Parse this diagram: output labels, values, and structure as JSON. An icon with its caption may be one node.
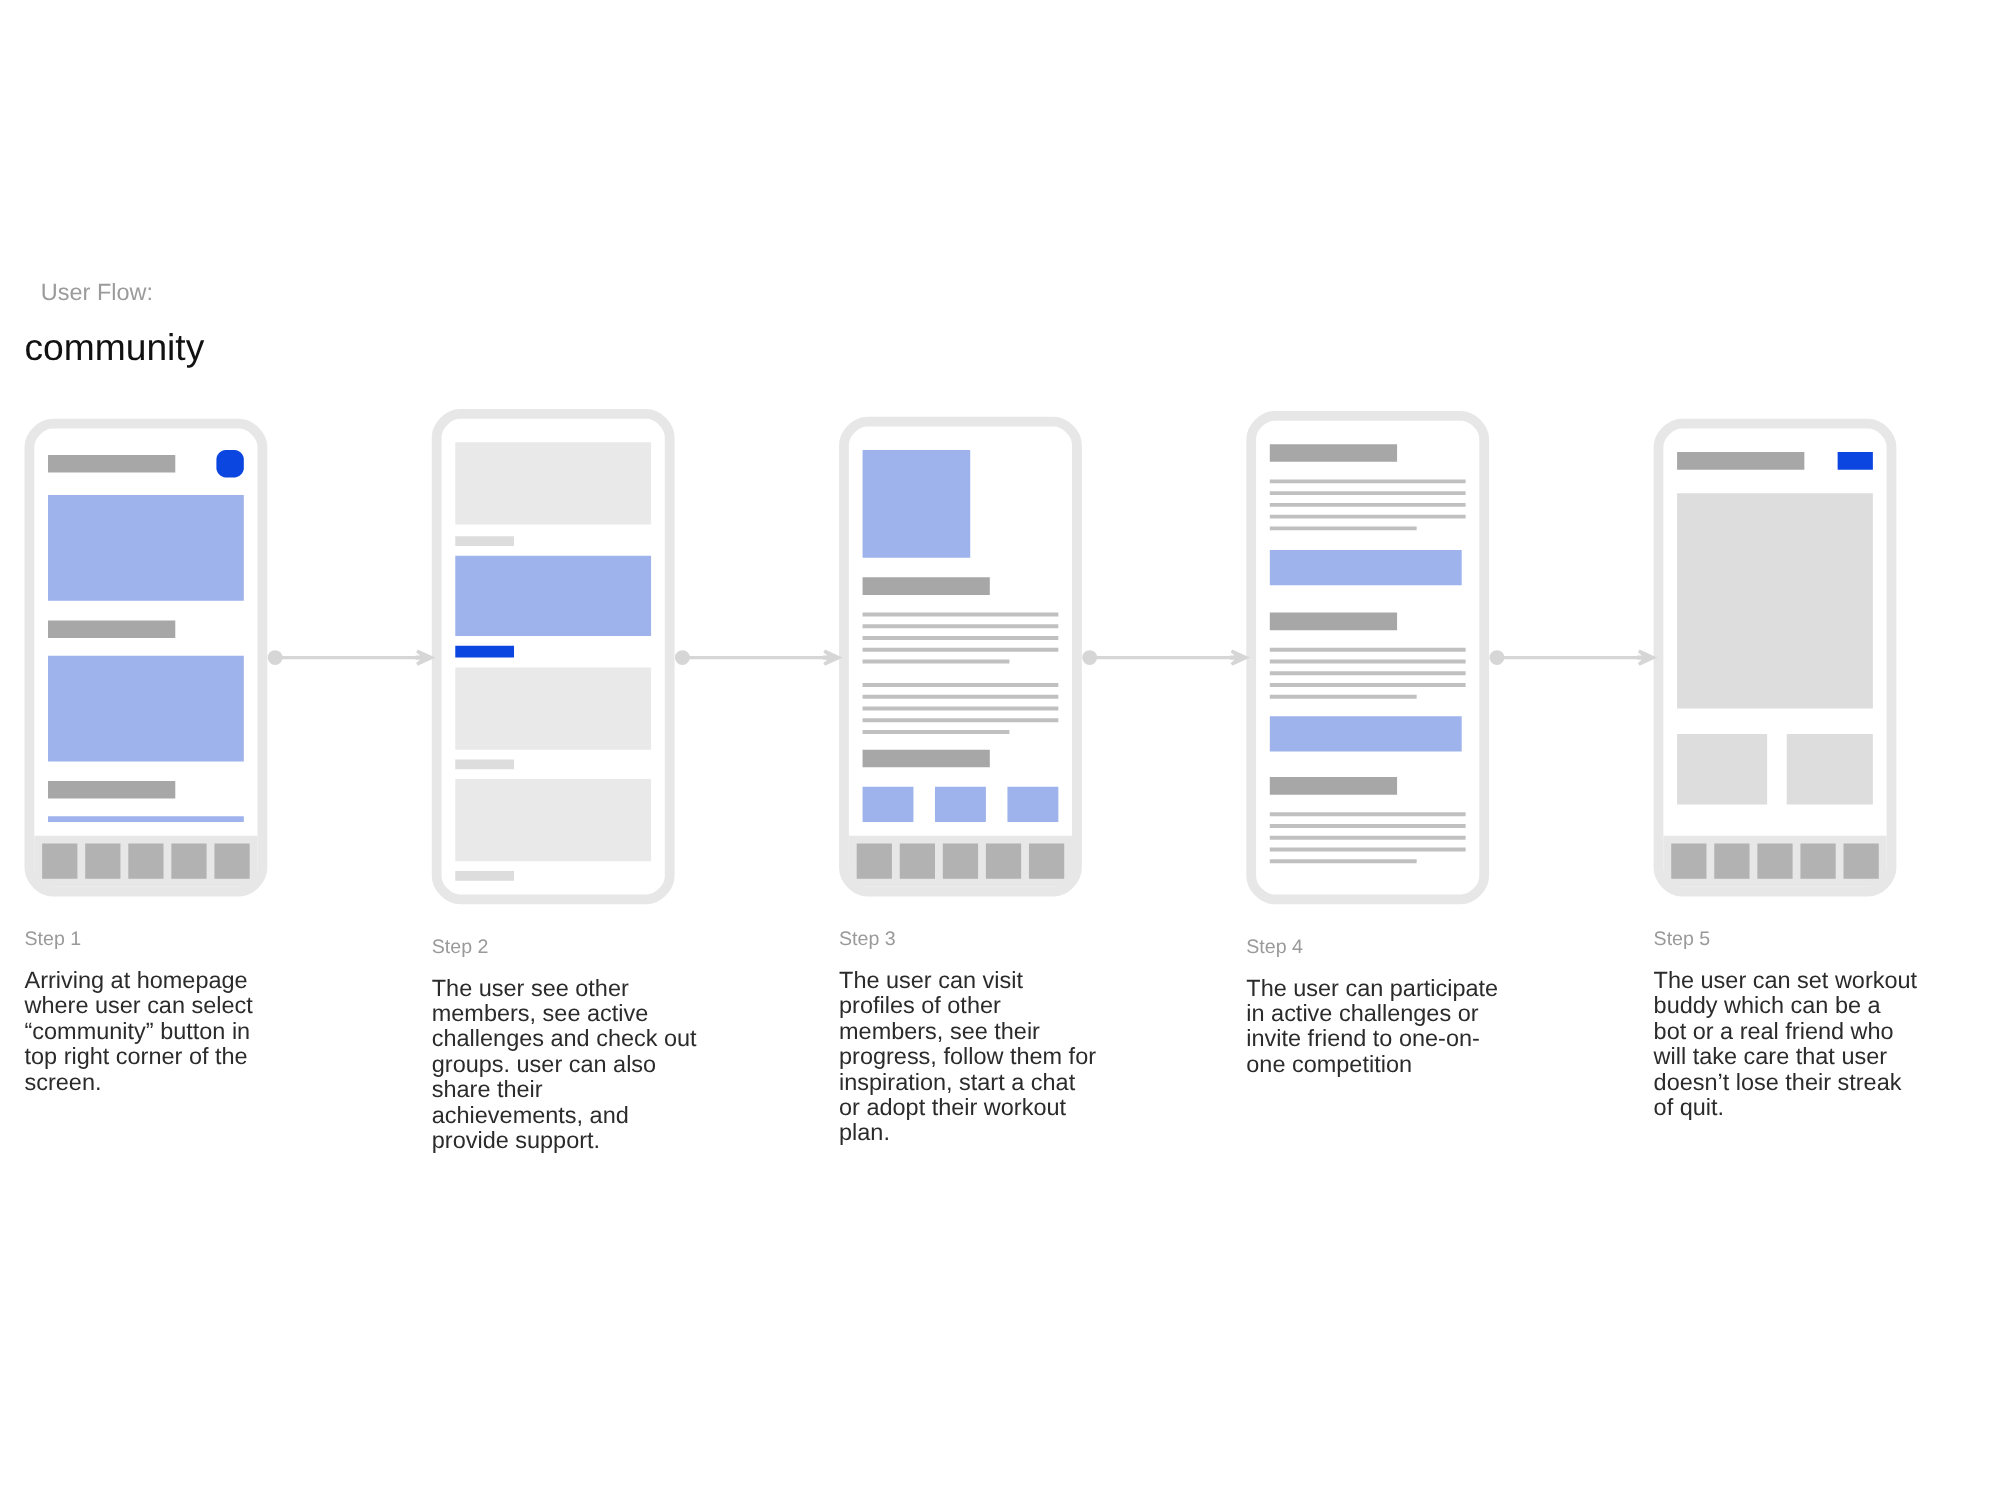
{
  "diagram": {
    "title": "User Flow:",
    "nodes": [
      {
        "text": [],
        "shape": "picture",
        "beside": [
          "Step 1",
          "Arriving at homepage where user can select “community” button in top right corner of the screen."
        ]
      },
      {
        "text": [],
        "shape": "picture",
        "beside": [
          "Step 2",
          "The user see other members, see active challenges and check out groups. user can also share their achievements, and provide support."
        ]
      },
      {
        "text": [],
        "shape": "picture",
        "beside": [
          "Step 3",
          "The user can visit profiles of other members, see their progress, follow them for inspiration, start a chat or adopt their workout plan."
        ]
      },
      {
        "text": [],
        "shape": "picture",
        "beside": [
          "Step 4",
          "The user can participate in active challenges or invite friend to one-on-one competition"
        ]
      },
      {
        "text": [],
        "shape": "picture",
        "beside": [
          "Step 5",
          "The user can set workout buddy which can be a bot or a real friend who will take care that user doesn’t lose their streak of quit."
        ]
      }
    ],
    "edges": [
      {
        "from": 0,
        "to": 1,
        "arrow": "to"
      },
      {
        "from": 1,
        "to": 2,
        "arrow": "to"
      },
      {
        "from": 2,
        "to": 3,
        "arrow": "to"
      },
      {
        "from": 3,
        "to": 4,
        "arrow": "to"
      }
    ],
    "labels": [
      "community"
    ]
  }
}
